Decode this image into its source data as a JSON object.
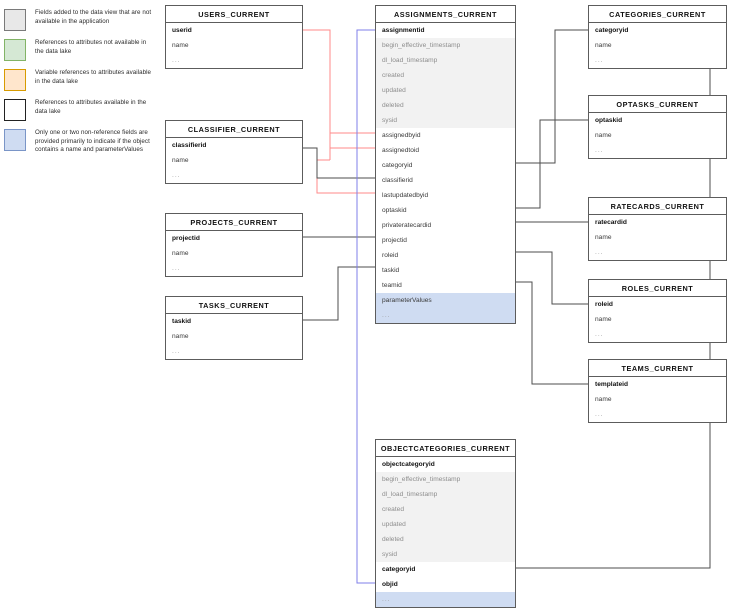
{
  "legend": {
    "items": [
      {
        "color": "#e8e8e8",
        "border": "#7a7a7a",
        "name": "swatch-grey",
        "text": "Fields added to the data view that are not available in the application"
      },
      {
        "color": "#d5e8d4",
        "border": "#82b366",
        "name": "swatch-green",
        "text": "References to attributes not available in the data lake"
      },
      {
        "color": "#ffe6cc",
        "border": "#d79b00",
        "name": "swatch-orange",
        "text": "Variable references to attributes available in the data lake"
      },
      {
        "color": "#ffffff",
        "border": "#222222",
        "name": "swatch-white",
        "text": "References to attributes available in the data lake"
      },
      {
        "color": "#cfdcf2",
        "border": "#7a95c7",
        "name": "swatch-blue",
        "text": "Only one or two non-reference fields are provided primarily to indicate if the object contains a name and parameterValues"
      }
    ]
  },
  "tables": [
    {
      "id": "users",
      "title": "USERS_CURRENT",
      "fields": [
        {
          "label": "userid",
          "style": "pk"
        },
        {
          "label": "name",
          "style": "normal"
        },
        {
          "label": "...",
          "style": "dots"
        }
      ]
    },
    {
      "id": "classifier",
      "title": "CLASSIFIER_CURRENT",
      "fields": [
        {
          "label": "classifierid",
          "style": "pk"
        },
        {
          "label": "name",
          "style": "normal"
        },
        {
          "label": "...",
          "style": "dots"
        }
      ]
    },
    {
      "id": "projects",
      "title": "PROJECTS_CURRENT",
      "fields": [
        {
          "label": "projectid",
          "style": "pk"
        },
        {
          "label": "name",
          "style": "normal"
        },
        {
          "label": "...",
          "style": "dots"
        }
      ]
    },
    {
      "id": "tasks",
      "title": "TASKS_CURRENT",
      "fields": [
        {
          "label": "taskid",
          "style": "pk"
        },
        {
          "label": "name",
          "style": "normal"
        },
        {
          "label": "...",
          "style": "dots"
        }
      ]
    },
    {
      "id": "assignments",
      "title": "ASSIGNMENTS_CURRENT",
      "fields": [
        {
          "label": "assignmentid",
          "style": "pk"
        },
        {
          "label": "begin_effective_timestamp",
          "style": "meta"
        },
        {
          "label": "dl_load_timestamp",
          "style": "meta"
        },
        {
          "label": "created",
          "style": "meta"
        },
        {
          "label": "updated",
          "style": "meta"
        },
        {
          "label": "deleted",
          "style": "meta"
        },
        {
          "label": "sysid",
          "style": "meta"
        },
        {
          "label": "assignedbyid",
          "style": "normal"
        },
        {
          "label": "assignedtoid",
          "style": "normal"
        },
        {
          "label": "categoryid",
          "style": "normal"
        },
        {
          "label": "classifierid",
          "style": "normal"
        },
        {
          "label": "lastupdatedbyid",
          "style": "normal"
        },
        {
          "label": "optaskid",
          "style": "normal"
        },
        {
          "label": "privateratecardid",
          "style": "normal"
        },
        {
          "label": "projectid",
          "style": "normal"
        },
        {
          "label": "roleid",
          "style": "normal"
        },
        {
          "label": "taskid",
          "style": "normal"
        },
        {
          "label": "teamid",
          "style": "normal"
        },
        {
          "label": "parameterValues",
          "style": "hl"
        },
        {
          "label": "...",
          "style": "hl dots"
        }
      ]
    },
    {
      "id": "categories",
      "title": "CATEGORIES_CURRENT",
      "fields": [
        {
          "label": "categoryid",
          "style": "pk"
        },
        {
          "label": "name",
          "style": "normal"
        },
        {
          "label": "...",
          "style": "dots"
        }
      ]
    },
    {
      "id": "optasks",
      "title": "OPTASKS_CURRENT",
      "fields": [
        {
          "label": "optaskid",
          "style": "pk"
        },
        {
          "label": "name",
          "style": "normal"
        },
        {
          "label": "...",
          "style": "dots"
        }
      ]
    },
    {
      "id": "ratecards",
      "title": "RATECARDS_CURRENT",
      "fields": [
        {
          "label": "ratecardid",
          "style": "pk"
        },
        {
          "label": "name",
          "style": "normal"
        },
        {
          "label": "...",
          "style": "dots"
        }
      ]
    },
    {
      "id": "roles",
      "title": "ROLES_CURRENT",
      "fields": [
        {
          "label": "roleid",
          "style": "pk"
        },
        {
          "label": "name",
          "style": "normal"
        },
        {
          "label": "...",
          "style": "dots"
        }
      ]
    },
    {
      "id": "teams",
      "title": "TEAMS_CURRENT",
      "fields": [
        {
          "label": "templateid",
          "style": "pk"
        },
        {
          "label": "name",
          "style": "normal"
        },
        {
          "label": "...",
          "style": "dots"
        }
      ]
    },
    {
      "id": "objectcategories",
      "title": "OBJECTCATEGORIES_CURRENT",
      "fields": [
        {
          "label": "objectcategoryid",
          "style": "pk"
        },
        {
          "label": "begin_effective_timestamp",
          "style": "meta"
        },
        {
          "label": "dl_load_timestamp",
          "style": "meta"
        },
        {
          "label": "created",
          "style": "meta"
        },
        {
          "label": "updated",
          "style": "meta"
        },
        {
          "label": "deleted",
          "style": "meta"
        },
        {
          "label": "sysid",
          "style": "meta"
        },
        {
          "label": "categoryid",
          "style": "pk"
        },
        {
          "label": "objid",
          "style": "pk"
        },
        {
          "label": "...",
          "style": "hl dots"
        }
      ]
    }
  ],
  "relationship_colors": {
    "user_ref": "#ff8a8a",
    "object_ref": "#7f7fe8",
    "plain_ref": "#4d4d4d"
  }
}
